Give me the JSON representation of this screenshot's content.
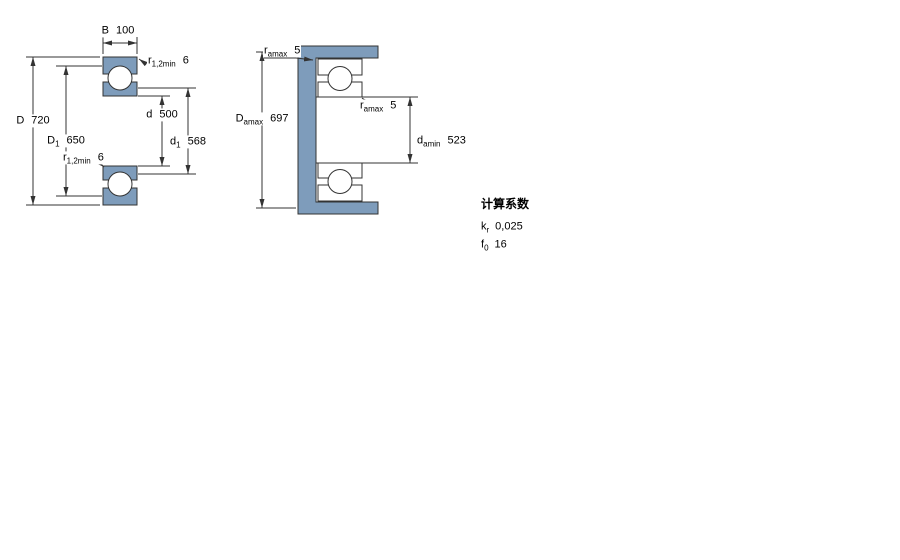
{
  "colors": {
    "steel_blue": "#7e9cbb",
    "line": "#333333",
    "background": "#ffffff"
  },
  "left_view": {
    "B": {
      "symbol": "B",
      "value": "100"
    },
    "r_top": {
      "symbol": "r",
      "sub": "1,2min",
      "value": "6"
    },
    "D": {
      "symbol": "D",
      "value": "720"
    },
    "D1": {
      "symbol": "D",
      "sub": "1",
      "value": "650"
    },
    "d": {
      "symbol": "d",
      "value": "500"
    },
    "d1": {
      "symbol": "d",
      "sub": "1",
      "value": "568"
    },
    "r_bottom": {
      "symbol": "r",
      "sub": "1,2min",
      "value": "6"
    }
  },
  "right_view": {
    "ra_top": {
      "symbol": "r",
      "sub": "amax",
      "value": "5"
    },
    "Da": {
      "symbol": "D",
      "sub": "amax",
      "value": "697"
    },
    "ra_mid": {
      "symbol": "r",
      "sub": "amax",
      "value": "5"
    },
    "da": {
      "symbol": "d",
      "sub": "amin",
      "value": "523"
    }
  },
  "calculation_factors": {
    "title": "计算系数",
    "kr": {
      "symbol": "k",
      "sub": "r",
      "value": "0,025"
    },
    "f0": {
      "symbol": "f",
      "sub": "0",
      "value": "16"
    }
  }
}
